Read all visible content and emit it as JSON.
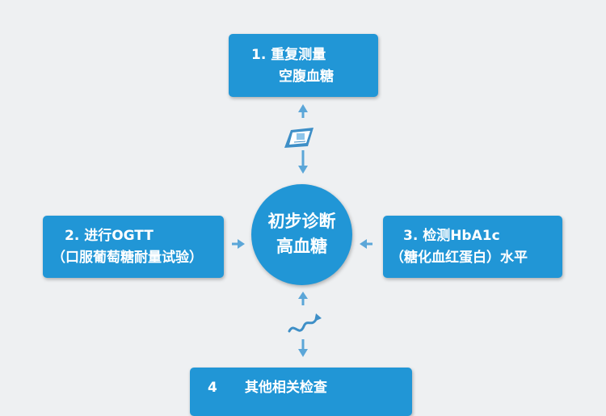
{
  "center": {
    "line1": "初步诊断",
    "line2": "高血糖"
  },
  "boxes": {
    "step1": {
      "line1": "1. 重复测量",
      "line2": "空腹血糖"
    },
    "step2": {
      "line1": "2. 进行OGTT",
      "line2": "（口服葡萄糖耐量试验）"
    },
    "step3": {
      "line1": "3. 检测HbA1c",
      "line2": "（糖化血红蛋白）水平"
    },
    "step4": {
      "line1": "4　　其他相关检查",
      "line2": ""
    }
  },
  "colors": {
    "box": "#2196d6",
    "arrow": "#5ba6d8",
    "background": "#eef0f2",
    "text": "#ffffff"
  },
  "icons": [
    "document-icon",
    "pulse-icon"
  ]
}
